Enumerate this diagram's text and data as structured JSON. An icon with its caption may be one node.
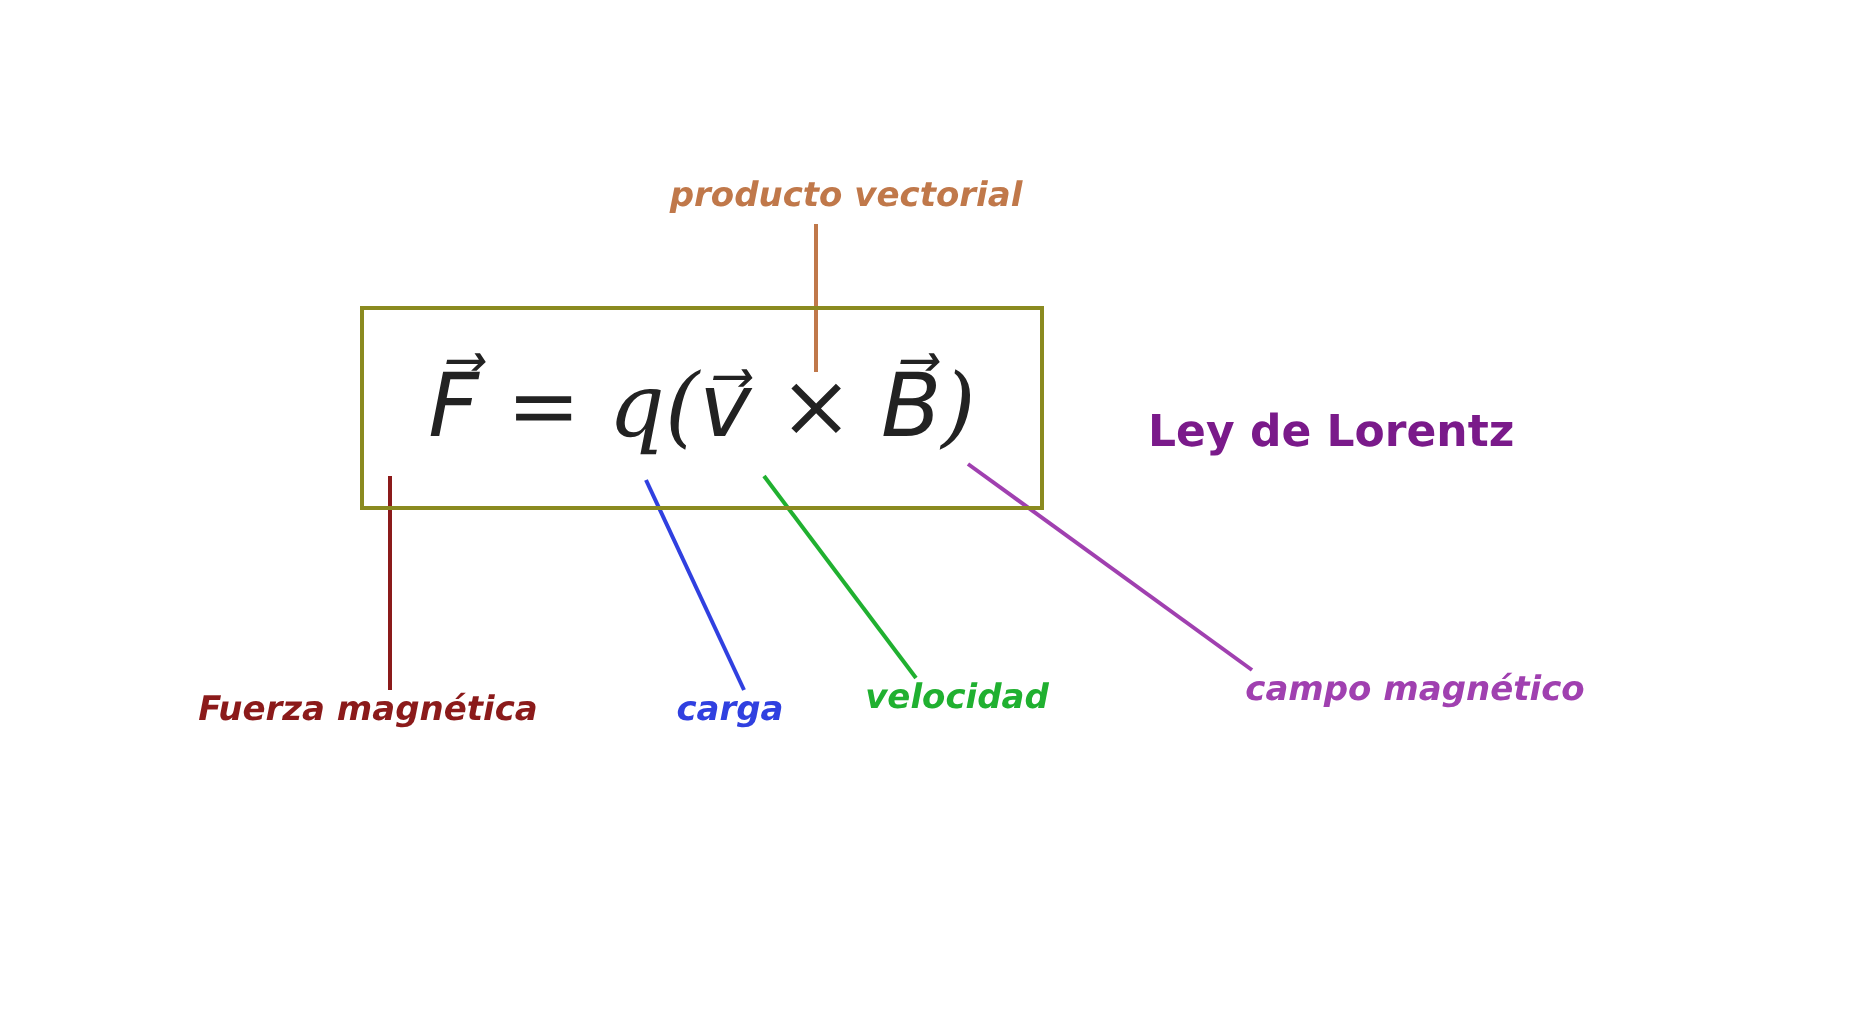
{
  "diagram": {
    "title": "Ley de Lorentz",
    "nodes": [
      {
        "text": [
          "F⃗ = q(v⃗ × B⃗)"
        ]
      },
      {
        "text": [
          "producto vectorial"
        ]
      },
      {
        "text": [
          "Fuerza magnética"
        ]
      },
      {
        "text": [
          "carga"
        ]
      },
      {
        "text": [
          "velocidad"
        ]
      },
      {
        "text": [
          "campo magnético"
        ]
      }
    ],
    "edges": [
      {
        "from": 1,
        "to": 0,
        "arrow": "none",
        "color": "#c0784a"
      },
      {
        "from": 2,
        "to": 0,
        "arrow": "none",
        "color": "#8b1a1a"
      },
      {
        "from": 3,
        "to": 0,
        "arrow": "none",
        "color": "#3040e0"
      },
      {
        "from": 4,
        "to": 0,
        "arrow": "none",
        "color": "#20b030"
      },
      {
        "from": 5,
        "to": 0,
        "arrow": "none",
        "color": "#a040b0"
      }
    ]
  }
}
